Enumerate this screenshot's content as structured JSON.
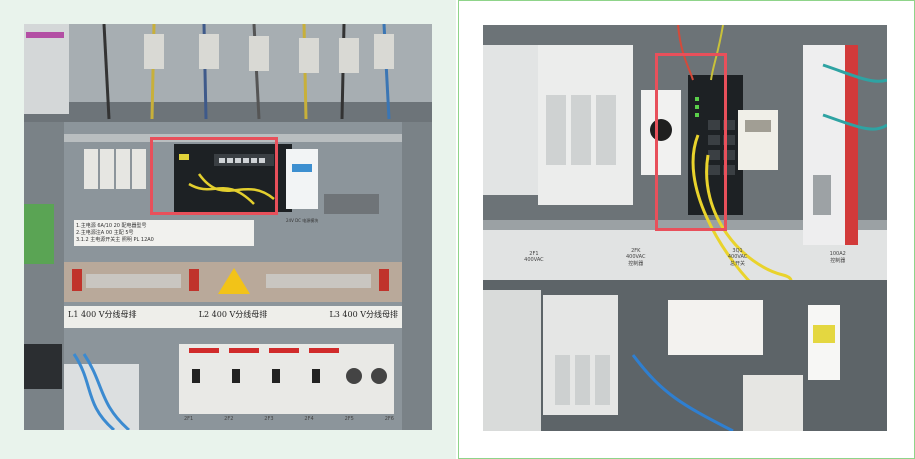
{
  "left_photo": {
    "notice_lines": [
      "1.主电源 6A/10 20 配电器型号",
      "2.主电源注A 00 主配 5号",
      "3.1.2 主电源开关主 照明 PL 12A0"
    ],
    "busbar_labels": [
      "L1 400 V分线母排",
      "L2 400 V分线母排",
      "L3 400 V分线母排"
    ],
    "power_label": "24V DC 电源模块",
    "switch_labels": [
      "2F1",
      "2F2",
      "2F3",
      "2F4",
      "2F5",
      "2F6"
    ]
  },
  "right_photo": {
    "labels": [
      {
        "text": "2F1\n400VAC"
      },
      {
        "text": "2FK\n400VAC\n控制器"
      },
      {
        "text": "3Q1\n400VAC\n总开关"
      },
      {
        "text": "100A2\n控制器"
      }
    ]
  },
  "colors": {
    "highlight": "#e8505b",
    "right_border": "#8fd48a",
    "left_bg": "#e9f3ec"
  }
}
